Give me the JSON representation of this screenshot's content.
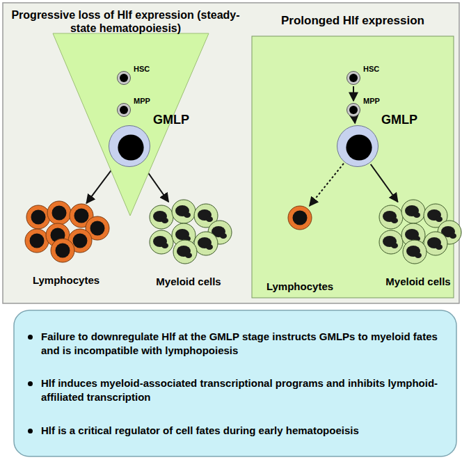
{
  "diagram": {
    "nodes": [
      {
        "text": [
          "Progressive loss of Hlf expression (steady-state hematopoiesis)"
        ]
      },
      {
        "text": [
          "HSC"
        ],
        "in": 0
      },
      {
        "text": [
          "MPP"
        ],
        "in": 0
      },
      {
        "text": [
          "GMLP"
        ],
        "in": 0
      },
      {
        "text": [
          "Lymphocytes"
        ],
        "in": 0
      },
      {
        "text": [
          "Myeloid cells"
        ],
        "in": 0
      },
      {
        "text": [
          "Prolonged Hlf expression"
        ]
      },
      {
        "text": [
          "HSC"
        ],
        "in": 6
      },
      {
        "text": [
          "MPP"
        ],
        "in": 6
      },
      {
        "text": [
          "GMLP"
        ],
        "in": 6
      },
      {
        "text": [
          "Lymphocytes"
        ],
        "in": 6
      },
      {
        "text": [
          "Myeloid cells"
        ],
        "in": 6
      },
      {
        "text": [
          "Failure to downregulate Hlf at the GMLP stage instructs GMLPs to myeloid fates and is incompatible with lymphopoiesis",
          "Hlf induces myeloid-associated transcriptional programs and inhibits lymphoid-affiliated transcription",
          "Hlf is a critical regulator of cell fates during early hematopoeisis"
        ]
      }
    ],
    "edges": [
      {
        "from": 1,
        "to": 2,
        "arrow": "to"
      },
      {
        "from": 2,
        "to": 3,
        "arrow": "to"
      },
      {
        "from": 3,
        "to": 4,
        "arrow": "to"
      },
      {
        "from": 3,
        "to": 5,
        "arrow": "to"
      },
      {
        "from": 7,
        "to": 8,
        "arrow": "to"
      },
      {
        "from": 8,
        "to": 9,
        "arrow": "to"
      },
      {
        "from": 9,
        "to": 10,
        "arrow": "to"
      },
      {
        "from": 9,
        "to": 11,
        "arrow": "to"
      }
    ]
  }
}
